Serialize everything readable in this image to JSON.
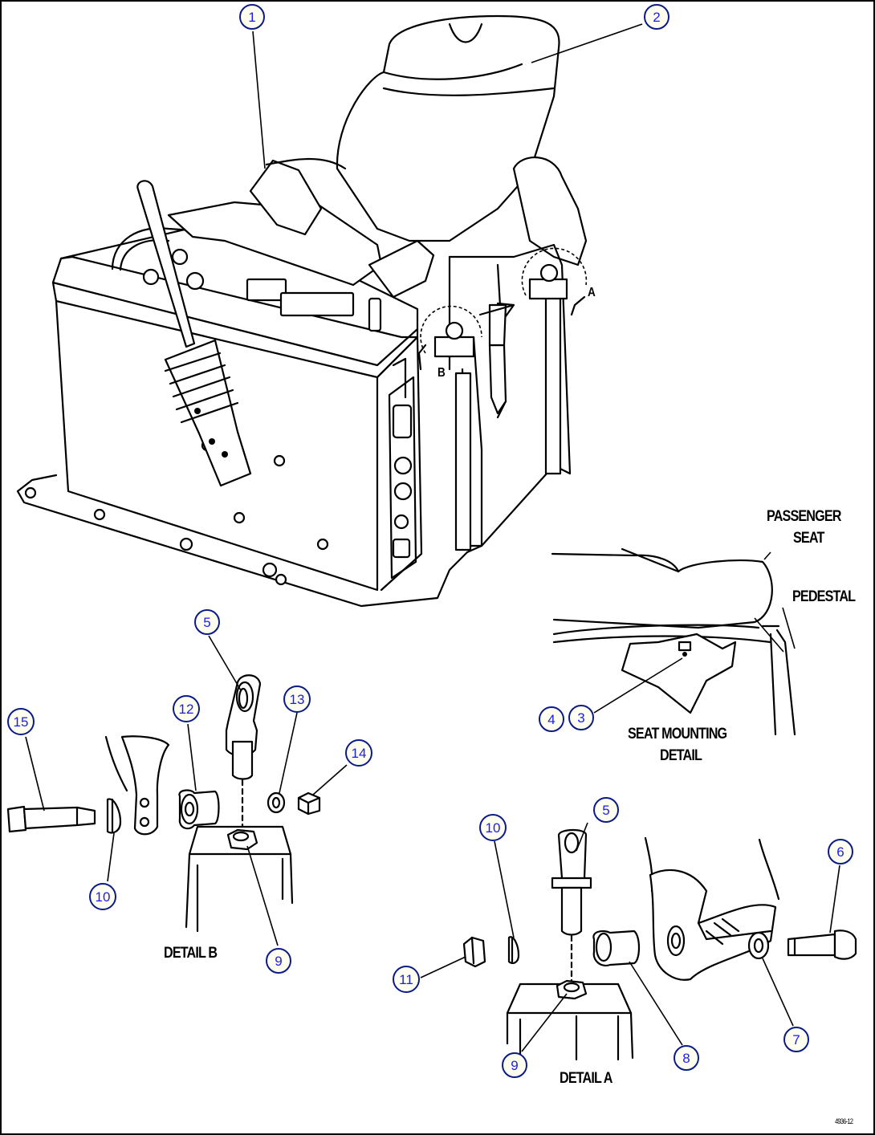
{
  "labels": {
    "passenger_seat_line1": "PASSENGER",
    "passenger_seat_line2": "SEAT",
    "pedestal": "PEDESTAL",
    "seat_mounting_line1": "SEAT MOUNTING",
    "seat_mounting_line2": "DETAIL",
    "detail_b": "DETAIL B",
    "detail_a": "DETAIL A",
    "view_a": "A",
    "view_b": "B",
    "figure_code": "4936-12"
  },
  "callouts": {
    "c1": "1",
    "c2": "2",
    "c3": "3",
    "c4": "4",
    "c5a": "5",
    "c5b": "5",
    "c6": "6",
    "c7": "7",
    "c8": "8",
    "c9a": "9",
    "c9b": "9",
    "c10a": "10",
    "c10b": "10",
    "c11": "11",
    "c12": "12",
    "c13": "13",
    "c14": "14",
    "c15": "15"
  },
  "colors": {
    "callout_fill": "#fffff0",
    "callout_stroke": "#0a1a8a",
    "callout_text": "#1a1aff",
    "line": "#000000"
  }
}
